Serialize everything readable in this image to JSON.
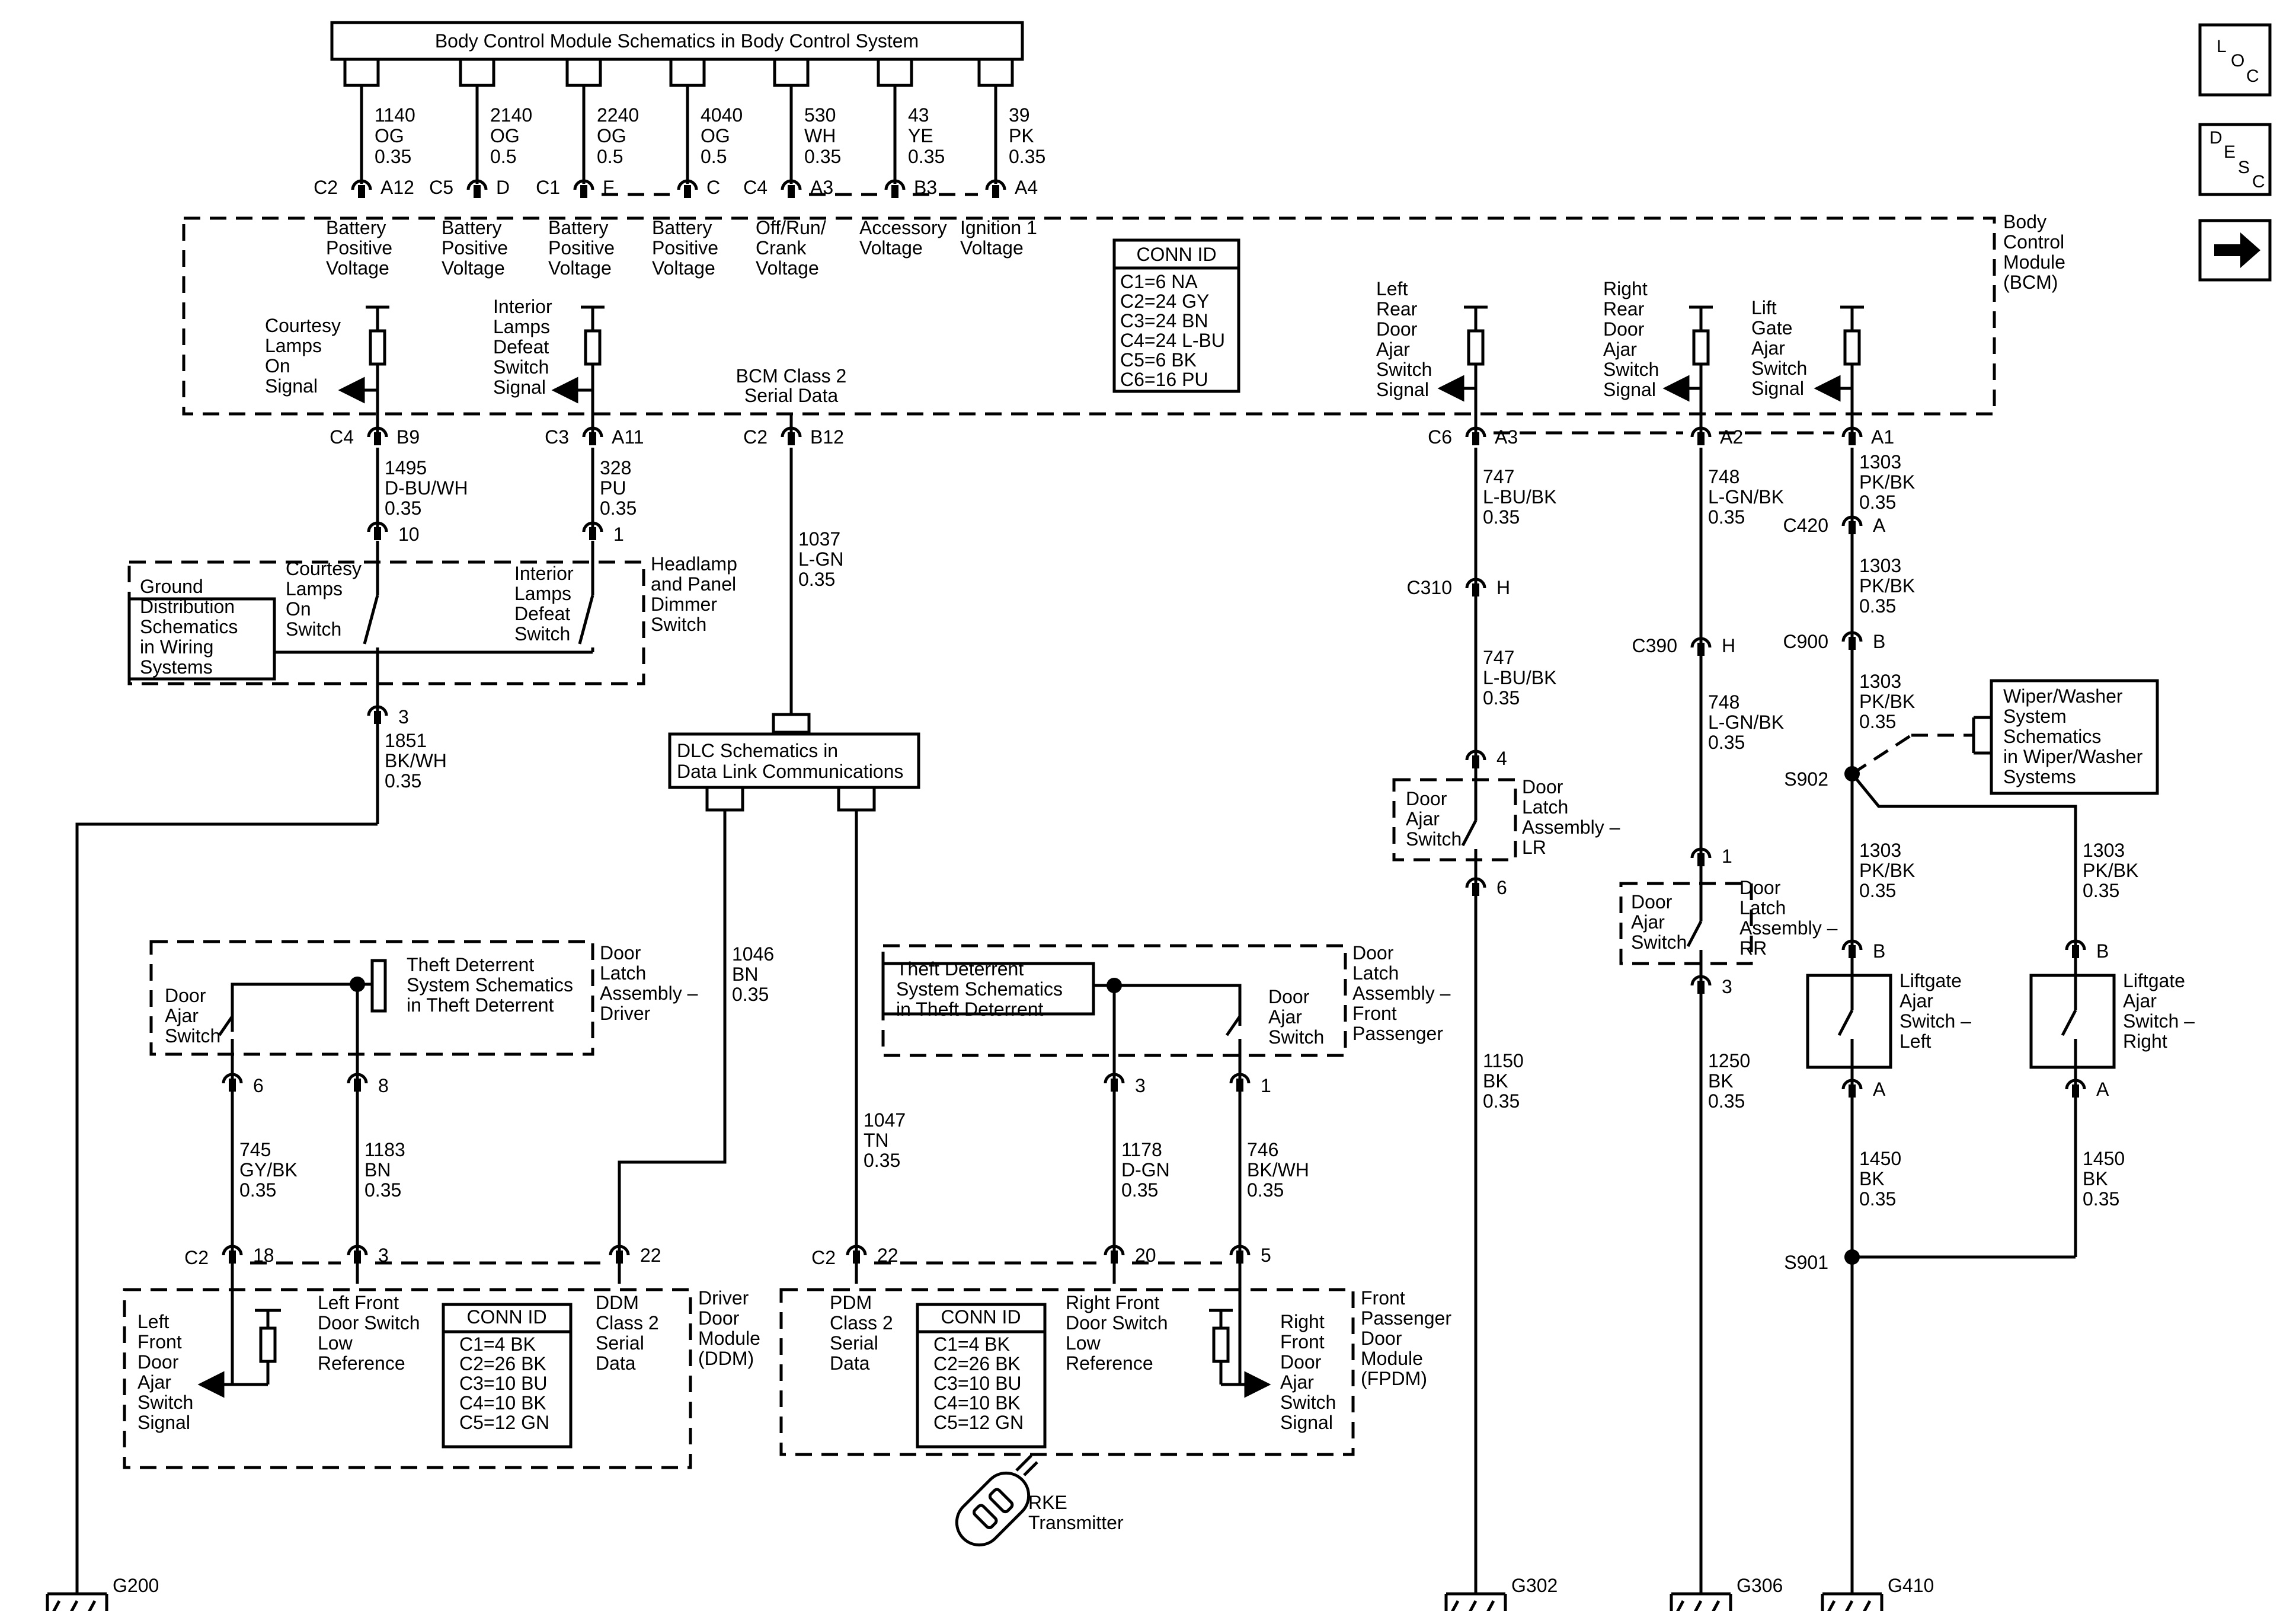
{
  "header_box": "Body Control Module Schematics in Body Control System",
  "nav": {
    "loc": [
      "L",
      "O",
      "C"
    ],
    "desc": [
      "D",
      "E",
      "S",
      "C"
    ],
    "next_icon": "right-arrow-icon"
  },
  "top_wires": [
    {
      "circuit": "1140",
      "color": "OG",
      "gauge": "0.35",
      "conn": "C2",
      "pin": "A12",
      "func": [
        "Battery",
        "Positive",
        "Voltage"
      ]
    },
    {
      "circuit": "2140",
      "color": "OG",
      "gauge": "0.5",
      "conn": "C5",
      "pin": "D",
      "func": [
        "Battery",
        "Positive",
        "Voltage"
      ]
    },
    {
      "circuit": "2240",
      "color": "OG",
      "gauge": "0.5",
      "conn": "C1",
      "pin": "F",
      "func": [
        "Battery",
        "Positive",
        "Voltage"
      ]
    },
    {
      "circuit": "4040",
      "color": "OG",
      "gauge": "0.5",
      "conn": "",
      "pin": "C",
      "func": [
        "Battery",
        "Positive",
        "Voltage"
      ]
    },
    {
      "circuit": "530",
      "color": "WH",
      "gauge": "0.35",
      "conn": "C4",
      "pin": "A3",
      "func": [
        "Off/Run/",
        "Crank",
        "Voltage"
      ]
    },
    {
      "circuit": "43",
      "color": "YE",
      "gauge": "0.35",
      "conn": "",
      "pin": "B3",
      "func": [
        "Accessory",
        "Voltage"
      ]
    },
    {
      "circuit": "39",
      "color": "PK",
      "gauge": "0.35",
      "conn": "",
      "pin": "A4",
      "func": [
        "Ignition 1",
        "Voltage"
      ]
    }
  ],
  "bcm": {
    "name": [
      "Body",
      "Control",
      "Module",
      "(BCM)"
    ],
    "conn_id_title": "CONN ID",
    "conn_id": [
      "C1=6 NA",
      "C2=24 GY",
      "C3=24 BN",
      "C4=24 L-BU",
      "C5=6 BK",
      "C6=16 PU"
    ],
    "courtesy": [
      "Courtesy",
      "Lamps",
      "On",
      "Signal"
    ],
    "interior": [
      "Interior",
      "Lamps",
      "Defeat",
      "Switch",
      "Signal"
    ],
    "class2": [
      "BCM Class 2",
      "Serial Data"
    ],
    "lr_door": [
      "Left",
      "Rear",
      "Door",
      "Ajar",
      "Switch",
      "Signal"
    ],
    "rr_door": [
      "Right",
      "Rear",
      "Door",
      "Ajar",
      "Switch",
      "Signal"
    ],
    "liftgate": [
      "Lift",
      "Gate",
      "Ajar",
      "Switch",
      "Signal"
    ]
  },
  "bcm_bottom_pins": {
    "courtesy": {
      "conn": "C4",
      "pin": "B9"
    },
    "interior": {
      "conn": "C3",
      "pin": "A11"
    },
    "class2": {
      "conn": "C2",
      "pin": "B12"
    },
    "lr": {
      "conn": "C6",
      "pin": "A3"
    },
    "rr": {
      "conn": "",
      "pin": "A2"
    },
    "lg": {
      "conn": "",
      "pin": "A1"
    }
  },
  "wires": {
    "w1495": [
      "1495",
      "D-BU/WH",
      "0.35"
    ],
    "w328": [
      "328",
      "PU",
      "0.35"
    ],
    "w1037": [
      "1037",
      "L-GN",
      "0.35"
    ],
    "w1851": [
      "1851",
      "BK/WH",
      "0.35"
    ],
    "w747a": [
      "747",
      "L-BU/BK",
      "0.35"
    ],
    "w747b": [
      "747",
      "L-BU/BK",
      "0.35"
    ],
    "w748a": [
      "748",
      "L-GN/BK",
      "0.35"
    ],
    "w748b": [
      "748",
      "L-GN/BK",
      "0.35"
    ],
    "w1303a": [
      "1303",
      "PK/BK",
      "0.35"
    ],
    "w1303b": [
      "1303",
      "PK/BK",
      "0.35"
    ],
    "w1303c": [
      "1303",
      "PK/BK",
      "0.35"
    ],
    "w1303d": [
      "1303",
      "PK/BK",
      "0.35"
    ],
    "w1303e": [
      "1303",
      "PK/BK",
      "0.35"
    ],
    "w1046": [
      "1046",
      "BN",
      "0.35"
    ],
    "w1047": [
      "1047",
      "TN",
      "0.35"
    ],
    "w745": [
      "745",
      "GY/BK",
      "0.35"
    ],
    "w1183": [
      "1183",
      "BN",
      "0.35"
    ],
    "w1178": [
      "1178",
      "D-GN",
      "0.35"
    ],
    "w746": [
      "746",
      "BK/WH",
      "0.35"
    ],
    "w1150": [
      "1150",
      "BK",
      "0.35"
    ],
    "w1250": [
      "1250",
      "BK",
      "0.35"
    ],
    "w1450a": [
      "1450",
      "BK",
      "0.35"
    ],
    "w1450b": [
      "1450",
      "BK",
      "0.35"
    ]
  },
  "headlamp_switch": {
    "name": [
      "Headlamp",
      "and Panel",
      "Dimmer",
      "Switch"
    ],
    "ground_ref": [
      "Ground",
      "Distribution",
      "Schematics",
      "in Wiring",
      "Systems"
    ],
    "courtesy_sw": [
      "Courtesy",
      "Lamps",
      "On",
      "Switch"
    ],
    "interior_sw": [
      "Interior",
      "Lamps",
      "Defeat",
      "Switch"
    ],
    "pins": [
      "10",
      "1",
      "3"
    ]
  },
  "dlc": [
    "DLC Schematics in",
    "Data Link Communications"
  ],
  "connectors": {
    "c310": "C310",
    "c310_pin": "H",
    "c390": "C390",
    "c390_pin": "H",
    "c420": "C420",
    "c420_pin": "A",
    "c900": "C900",
    "c900_pin": "B"
  },
  "splices": [
    "S902",
    "S901"
  ],
  "wiper_ref": [
    "Wiper/Washer",
    "System",
    "Schematics",
    "in Wiper/Washer",
    "Systems"
  ],
  "lr_latch": {
    "name": [
      "Door",
      "Latch",
      "Assembly –",
      "LR"
    ],
    "switch": [
      "Door",
      "Ajar",
      "Switch"
    ],
    "pins": [
      "4",
      "6"
    ]
  },
  "rr_latch": {
    "name": [
      "Door",
      "Latch",
      "Assembly –",
      "RR"
    ],
    "switch": [
      "Door",
      "Ajar",
      "Switch"
    ],
    "pins": [
      "1",
      "3"
    ]
  },
  "liftgate_left": {
    "name": [
      "Liftgate",
      "Ajar",
      "Switch –",
      "Left"
    ],
    "pins": [
      "B",
      "A"
    ]
  },
  "liftgate_right": {
    "name": [
      "Liftgate",
      "Ajar",
      "Switch –",
      "Right"
    ],
    "pins": [
      "B",
      "A"
    ]
  },
  "driver_latch": {
    "name": [
      "Door",
      "Latch",
      "Assembly –",
      "Driver"
    ],
    "switch": [
      "Door",
      "Ajar",
      "Switch"
    ],
    "theft": [
      "Theft Deterrent",
      "System Schematics",
      "in Theft Deterrent"
    ],
    "pins": [
      "6",
      "8"
    ]
  },
  "pass_latch": {
    "name": [
      "Door",
      "Latch",
      "Assembly –",
      "Front",
      "Passenger"
    ],
    "switch": [
      "Door",
      "Ajar",
      "Switch"
    ],
    "theft": [
      "Theft Deterrent",
      "System Schematics",
      "in Theft Deterrent"
    ],
    "pins": [
      "3",
      "1"
    ]
  },
  "ddm": {
    "name": [
      "Driver",
      "Door",
      "Module",
      "(DDM)"
    ],
    "conn": "C2",
    "pins": [
      "18",
      "3",
      "22"
    ],
    "left_front": [
      "Left",
      "Front",
      "Door",
      "Ajar",
      "Switch",
      "Signal"
    ],
    "low_ref": [
      "Left Front",
      "Door Switch",
      "Low",
      "Reference"
    ],
    "class2": [
      "DDM",
      "Class 2",
      "Serial",
      "Data"
    ],
    "conn_id_title": "CONN ID",
    "conn_id": [
      "C1=4 BK",
      "C2=26 BK",
      "C3=10 BU",
      "C4=10 BK",
      "C5=12 GN"
    ]
  },
  "fpdm": {
    "name": [
      "Front",
      "Passenger",
      "Door",
      "Module",
      "(FPDM)"
    ],
    "conn": "C2",
    "pins": [
      "22",
      "20",
      "5"
    ],
    "class2": [
      "PDM",
      "Class 2",
      "Serial",
      "Data"
    ],
    "low_ref": [
      "Right Front",
      "Door Switch",
      "Low",
      "Reference"
    ],
    "right_front": [
      "Right",
      "Front",
      "Door",
      "Ajar",
      "Switch",
      "Signal"
    ],
    "conn_id_title": "CONN ID",
    "conn_id": [
      "C1=4 BK",
      "C2=26 BK",
      "C3=10 BU",
      "C4=10 BK",
      "C5=12 GN"
    ]
  },
  "rke": [
    "RKE",
    "Transmitter"
  ],
  "grounds": [
    "G200",
    "G302",
    "G306",
    "G410"
  ]
}
